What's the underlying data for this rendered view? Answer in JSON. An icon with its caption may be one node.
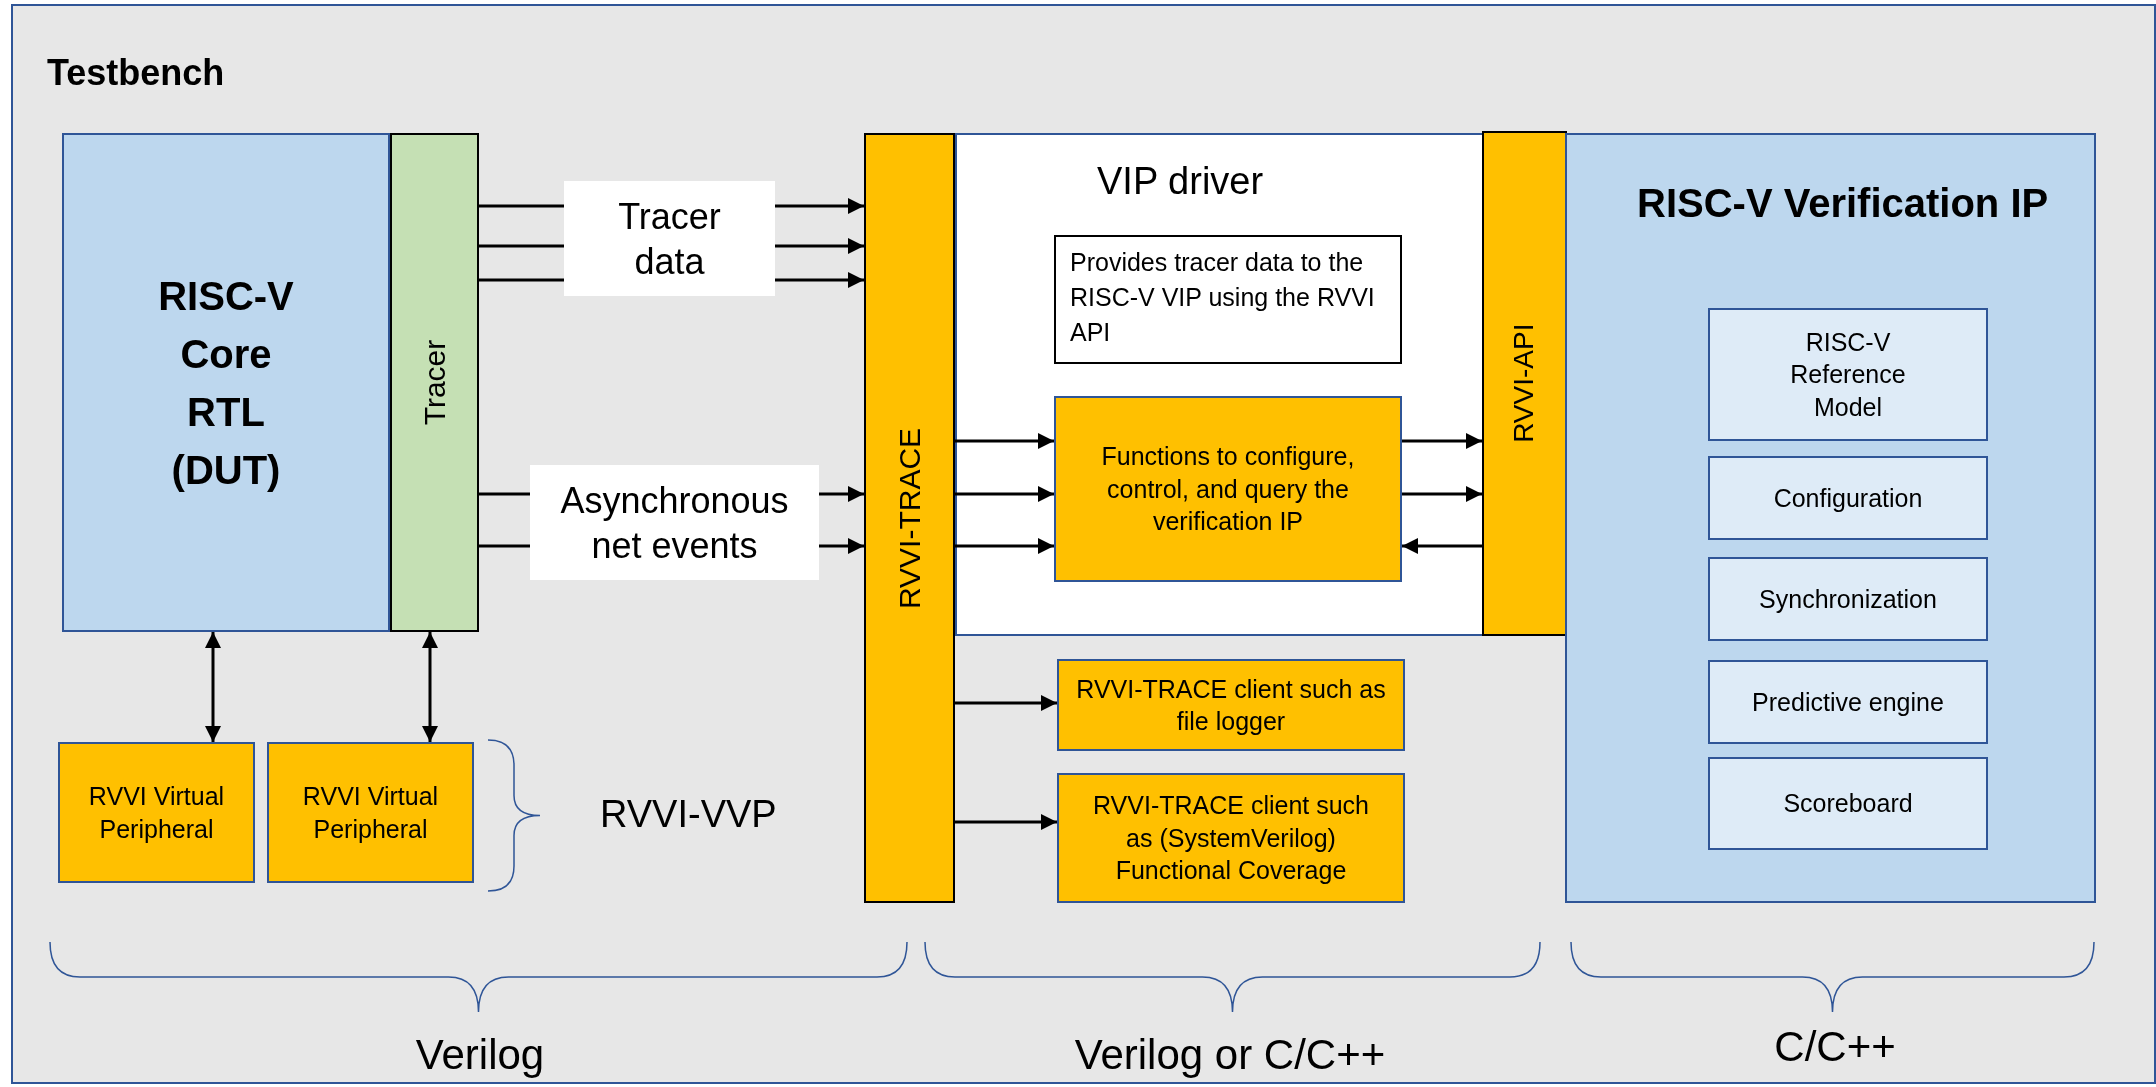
{
  "diagram": {
    "nodes": [
      {
        "text": [
          "Testbench"
        ]
      },
      {
        "text": [
          "RISC-V Core RTL (DUT)"
        ],
        "in": 0
      },
      {
        "text": [
          "Tracer"
        ],
        "in": 0
      },
      {
        "text": [
          "Tracer data"
        ],
        "in": 0
      },
      {
        "text": [
          "Asynchronous net events"
        ],
        "in": 0
      },
      {
        "text": [
          "VIP driver"
        ],
        "in": 0
      },
      {
        "text": [
          "RVVI-TRACE"
        ],
        "in": 0
      },
      {
        "text": [
          "Provides tracer data to the RISC-V VIP using the RVVI API"
        ],
        "in": 5
      },
      {
        "text": [
          "Functions to configure, control, and query the verification IP"
        ],
        "in": 5
      },
      {
        "text": [
          "RVVI-API"
        ],
        "in": 0
      },
      {
        "text": [
          "RISC-V Verification IP"
        ],
        "in": 0
      },
      {
        "text": [
          "RISC-V Reference Model"
        ],
        "in": 10
      },
      {
        "text": [
          "Configuration"
        ],
        "in": 10
      },
      {
        "text": [
          "Synchronization"
        ],
        "in": 10
      },
      {
        "text": [
          "Predictive engine"
        ],
        "in": 10
      },
      {
        "text": [
          "Scoreboard"
        ],
        "in": 10
      },
      {
        "text": [
          "RVVI-TRACE client such as file logger"
        ],
        "in": 0
      },
      {
        "text": [
          "RVVI-TRACE client such as (SystemVerilog) Functional Coverage"
        ],
        "in": 0
      },
      {
        "text": [
          "RVVI Virtual Peripheral"
        ],
        "in": 0
      },
      {
        "text": [
          "RVVI Virtual Peripheral"
        ],
        "in": 0
      }
    ],
    "edges": [
      {
        "from": 2,
        "to": 3,
        "arrow": "none"
      },
      {
        "from": 2,
        "to": 3,
        "arrow": "none"
      },
      {
        "from": 2,
        "to": 3,
        "arrow": "none"
      },
      {
        "from": 3,
        "to": 6,
        "arrow": "to"
      },
      {
        "from": 3,
        "to": 6,
        "arrow": "to"
      },
      {
        "from": 3,
        "to": 6,
        "arrow": "to"
      },
      {
        "from": 2,
        "to": 4,
        "arrow": "none"
      },
      {
        "from": 2,
        "to": 4,
        "arrow": "none"
      },
      {
        "from": 4,
        "to": 6,
        "arrow": "to"
      },
      {
        "from": 4,
        "to": 6,
        "arrow": "to"
      },
      {
        "from": 6,
        "to": 8,
        "arrow": "to"
      },
      {
        "from": 6,
        "to": 8,
        "arrow": "to"
      },
      {
        "from": 6,
        "to": 8,
        "arrow": "to"
      },
      {
        "from": 8,
        "to": 9,
        "arrow": "to"
      },
      {
        "from": 8,
        "to": 9,
        "arrow": "to"
      },
      {
        "from": 9,
        "to": 8,
        "arrow": "to"
      },
      {
        "from": 6,
        "to": 16,
        "arrow": "to"
      },
      {
        "from": 6,
        "to": 17,
        "arrow": "to"
      },
      {
        "from": 1,
        "to": 18,
        "arrow": "both"
      },
      {
        "from": 2,
        "to": 19,
        "arrow": "both"
      }
    ],
    "labels": [
      "RVVI-VVP",
      "Verilog",
      "Verilog or C/C++",
      "C/C++"
    ]
  }
}
